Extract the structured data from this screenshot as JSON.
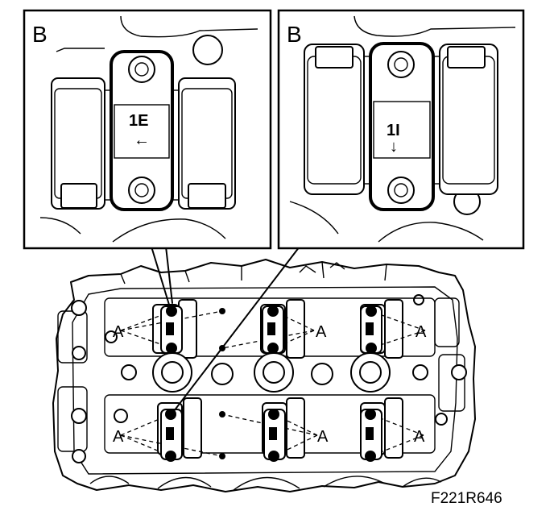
{
  "panels": [
    {
      "label": "B",
      "cap_mark": "1E",
      "cap_arrow": "←"
    },
    {
      "label": "B",
      "cap_mark": "1I",
      "cap_arrow": "↓"
    }
  ],
  "bolt_group_label": "A",
  "figure_code": "F221R646"
}
